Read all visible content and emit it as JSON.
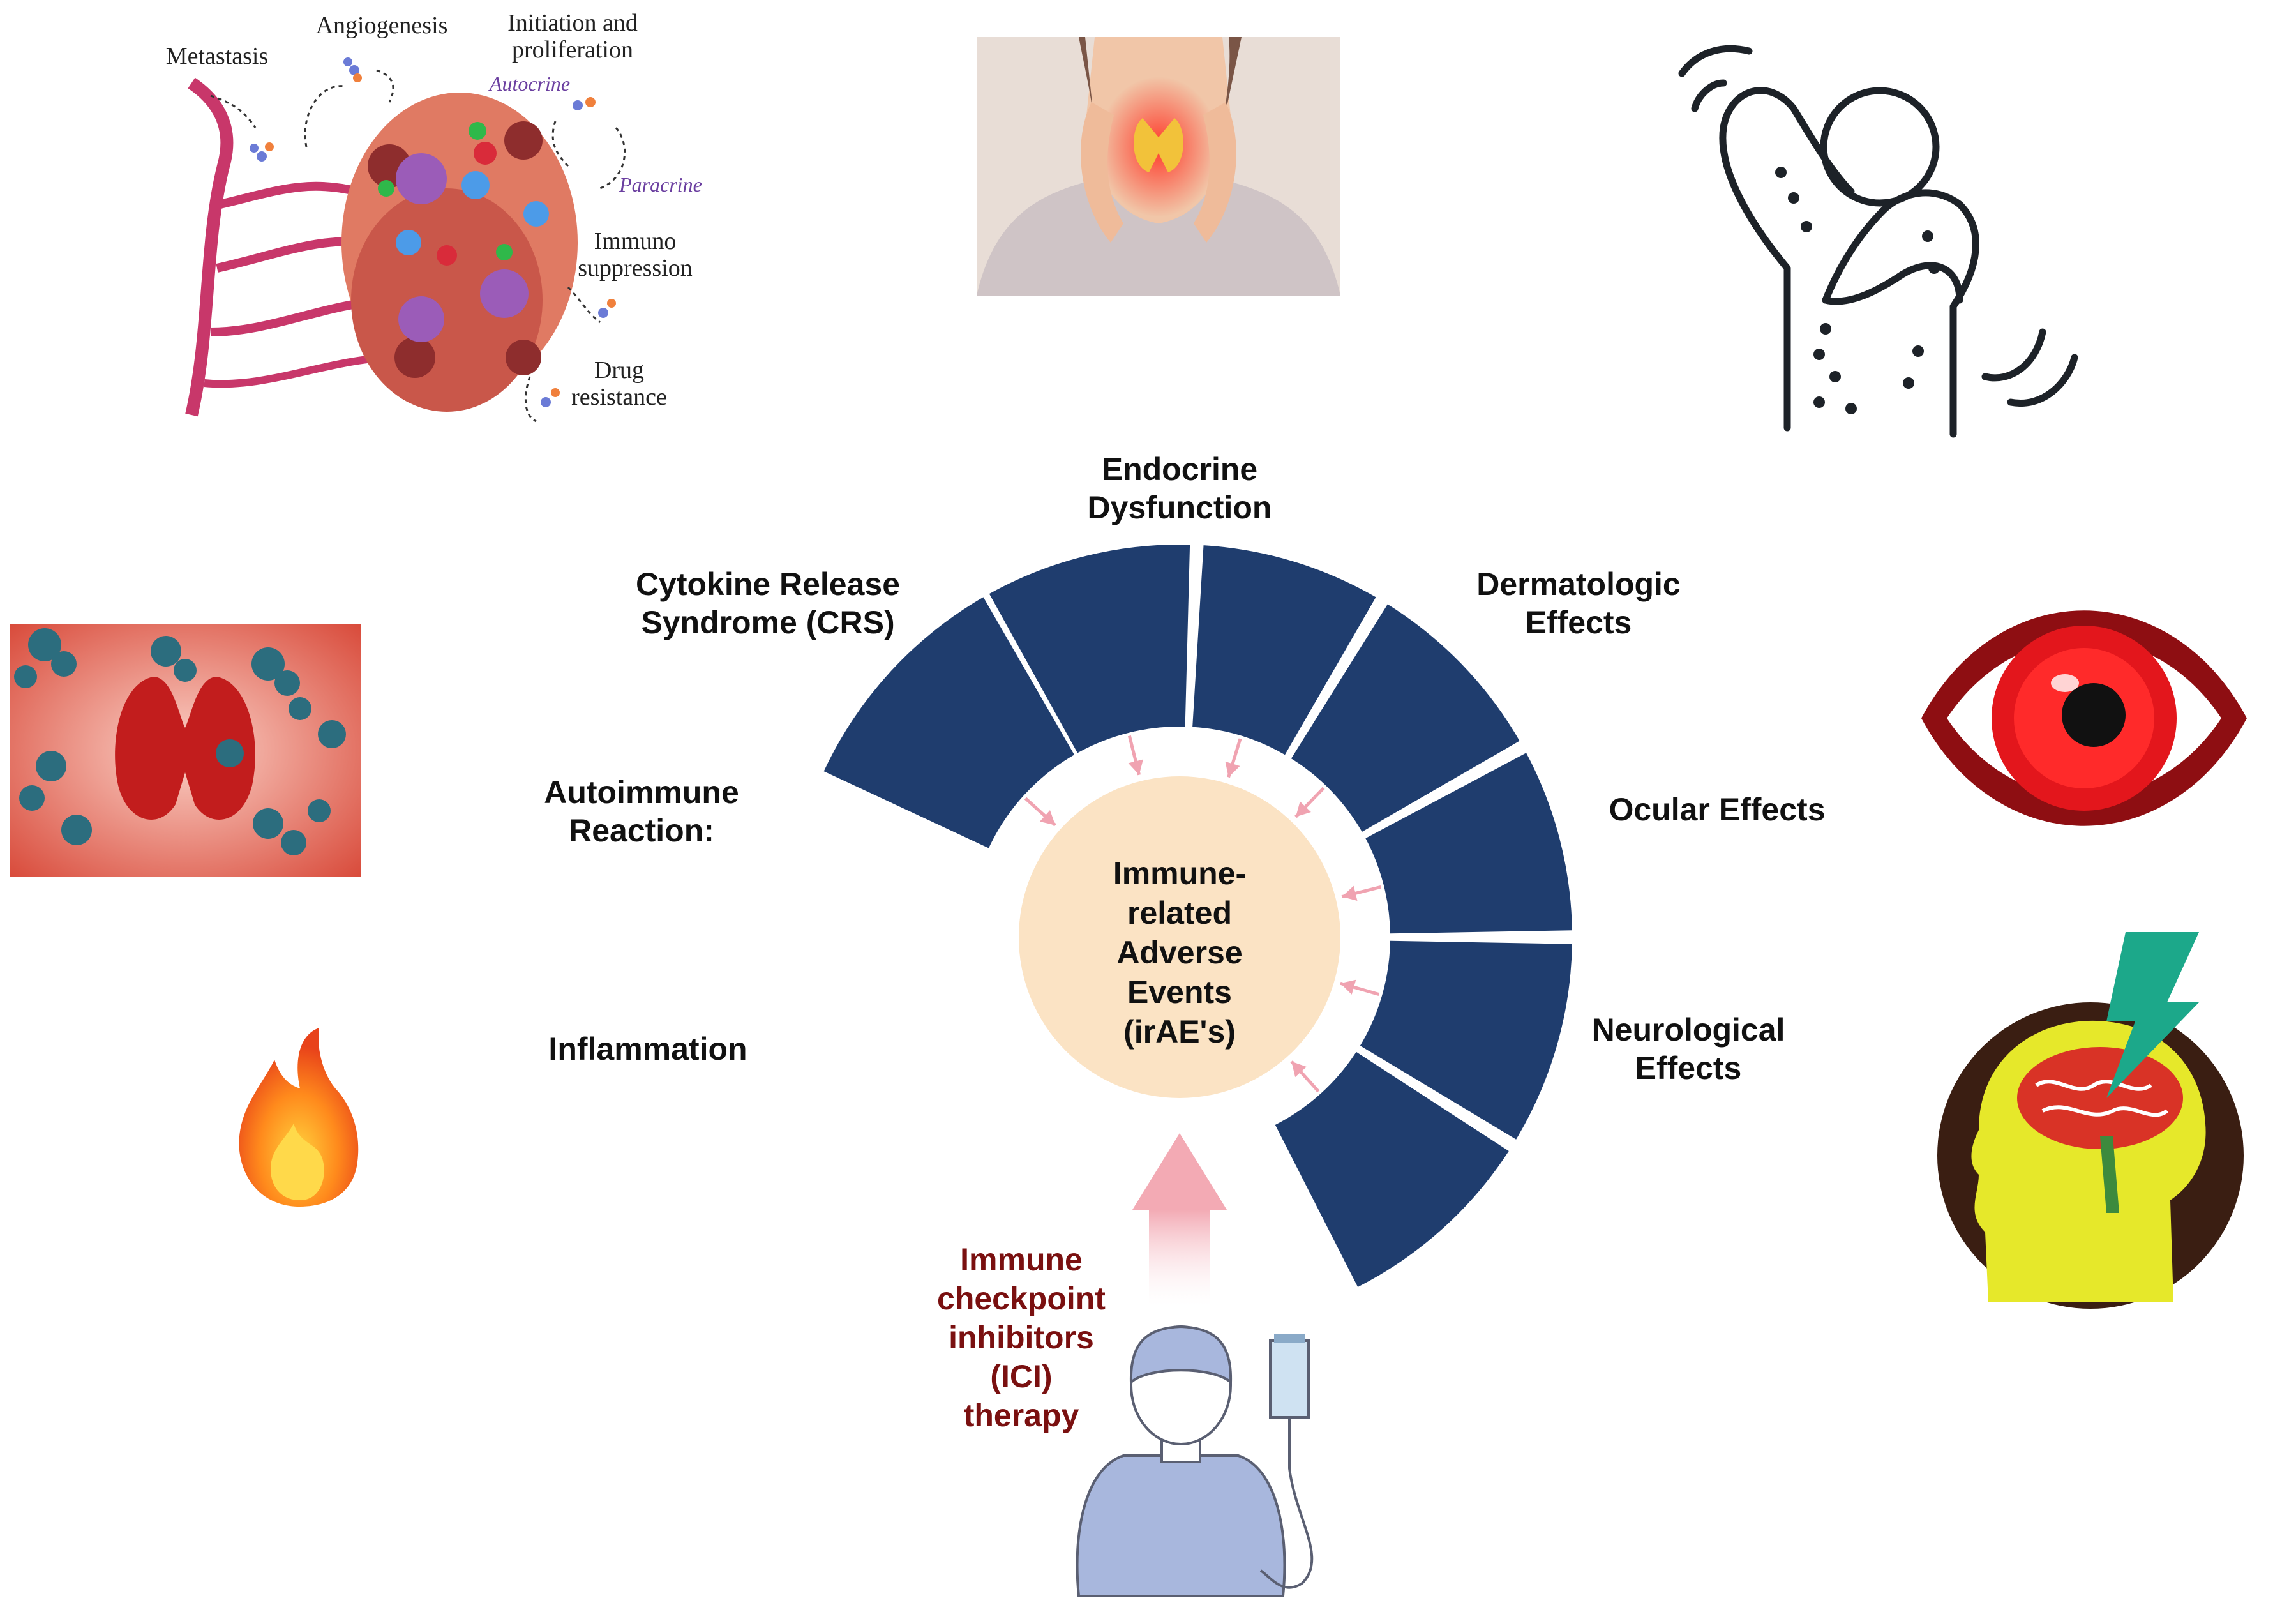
{
  "colors": {
    "segment": "#1f3d6e",
    "center": "#fbe3c4",
    "arrow_small": "#f0a3b1",
    "arrow_big": "#f7c4c9",
    "ici_text": "#7a1010",
    "vessel": "#c8376a"
  },
  "center": {
    "lines": [
      "Immune-",
      "related",
      "Adverse",
      "Events",
      "(irAE's)"
    ]
  },
  "categories": [
    {
      "id": "inflammation",
      "lines": [
        "Inflammation"
      ],
      "icon": "flame-icon"
    },
    {
      "id": "autoimmune",
      "lines": [
        "Autoimmune",
        "Reaction:"
      ],
      "icon": "thyroid-antibody-icon"
    },
    {
      "id": "crs",
      "lines": [
        "Cytokine Release",
        "Syndrome (CRS)"
      ],
      "icon": "tumor-microenvironment-icon"
    },
    {
      "id": "endocrine",
      "lines": [
        "Endocrine",
        "Dysfunction"
      ],
      "icon": "thyroid-neck-icon"
    },
    {
      "id": "dermatologic",
      "lines": [
        "Dermatologic",
        "Effects"
      ],
      "icon": "itchy-skin-icon"
    },
    {
      "id": "ocular",
      "lines": [
        "Ocular Effects"
      ],
      "icon": "red-eye-icon"
    },
    {
      "id": "neurological",
      "lines": [
        "Neurological",
        "Effects"
      ],
      "icon": "brain-lightning-icon"
    }
  ],
  "therapy": {
    "lines": [
      "Immune",
      "checkpoint",
      "inhibitors",
      "(ICI)",
      "therapy"
    ],
    "icon": "iv-patient-icon"
  },
  "tumor_panel": {
    "metastasis": "Metastasis",
    "angiogenesis": "Angiogenesis",
    "initiation": [
      "Initiation and",
      "proliferation"
    ],
    "autocrine": "Autocrine",
    "paracrine": "Paracrine",
    "immuno": [
      "Immuno",
      "suppression"
    ],
    "drug": [
      "Drug",
      "resistance"
    ]
  }
}
